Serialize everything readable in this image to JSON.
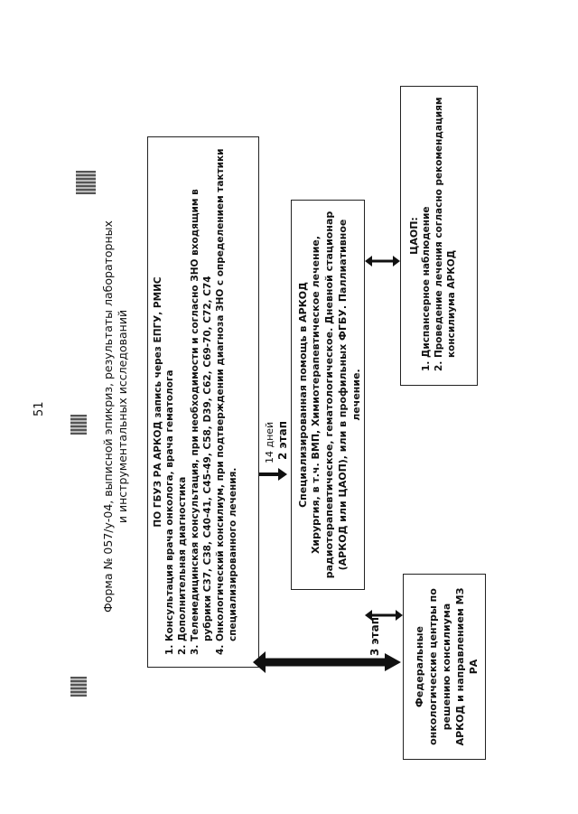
{
  "page_number": "51",
  "header": {
    "line1": "Форма № 057/у-04, выписной эпикриз, результаты лабораторных",
    "line2": "и инструментальных исследований"
  },
  "stage1": {
    "title": "ПО ГБУЗ РА АРКОД запись через ЕПГУ, РМИС",
    "items": [
      "Консультация врача онколога, врача гематолога",
      "Дополнительная диагностика",
      "Телемедицинская консультация, при необходимости и согласно ЗНО входящим в рубрики С37, С38, С40-41, С45-49, С58, D39, С62, С69-70, С72, С74",
      "Онкологический консилиум, при подтверждении диагноза ЗНО с определением тактики специализированного лечения."
    ]
  },
  "days_label": "14 дней",
  "stage2": {
    "label": "2 этап",
    "title": "Специализированная помощь в АРКОД",
    "text": "Хирургия, в т.ч. ВМП, Химиотерапевтическое лечение, радиотерапевтическое, гематологическое. Дневной стационар (АРКОД или ЦАОП), или в профильных ФГБУ. Паллиативное лечение."
  },
  "caop": {
    "title": "ЦАОП:",
    "items": [
      "Диспансерное наблюдение",
      "Проведение лечения согласно рекомендациям консилиума АРКОД"
    ]
  },
  "stage3": {
    "label": "3 этап.",
    "text": "Федеральные онкологические центры по решению консилиума АРКОД и направлением МЗ РА"
  }
}
